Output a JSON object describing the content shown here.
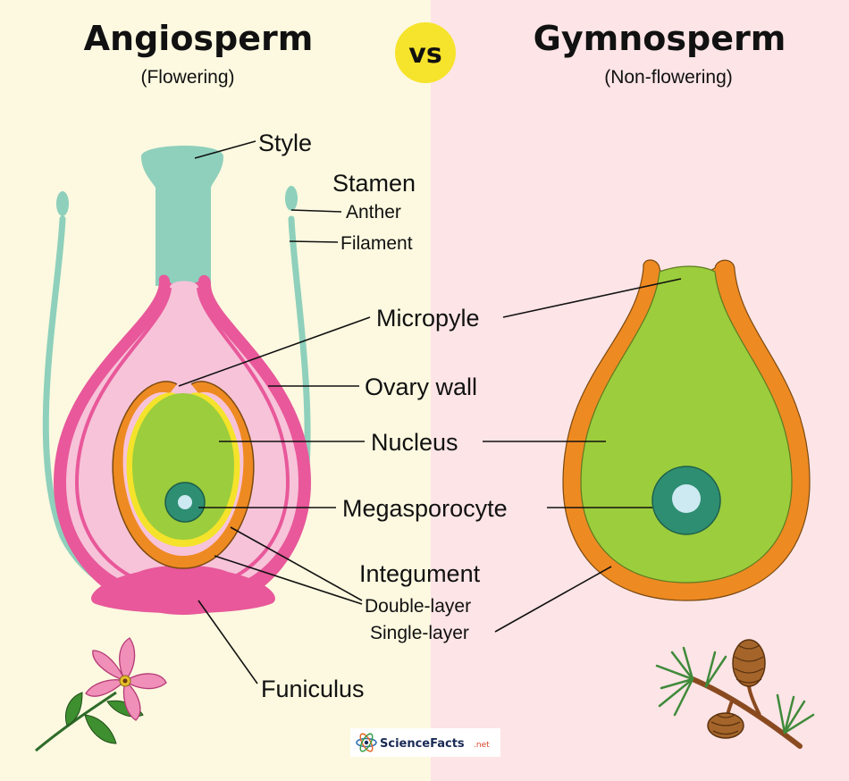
{
  "left": {
    "title": "Angiosperm",
    "subtitle": "(Flowering)"
  },
  "vs_label": "vs",
  "right": {
    "title": "Gymnosperm",
    "subtitle": "(Non-flowering)"
  },
  "labels": {
    "style": "Style",
    "stamen": "Stamen",
    "anther": "Anther",
    "filament": "Filament",
    "micropyle": "Micropyle",
    "ovary_wall": "Ovary wall",
    "nucleus": "Nucleus",
    "megasporocyte": "Megasporocyte",
    "integument": "Integument",
    "double_layer": "Double-layer",
    "single_layer": "Single-layer",
    "funiculus": "Funiculus"
  },
  "logo": {
    "brand": "ScienceFacts",
    "tld": ".net"
  },
  "colors": {
    "left_bg": "#fcf9e0",
    "right_bg": "#fde4e6",
    "vs_circle": "#f6e32c",
    "ovary_wall": "#e8589a",
    "ovary_inner": "#f7c3d9",
    "style_teal": "#8ed0bb",
    "integument_orange": "#ee8a22",
    "integument_yellow": "#f4e32a",
    "nucleus_green": "#9ccd3c",
    "megasporocyte_dark": "#2e8e72",
    "megasporocyte_light": "#cde9f2"
  },
  "icons": [
    "flower-icon",
    "pine-branch-icon",
    "atom-icon"
  ]
}
